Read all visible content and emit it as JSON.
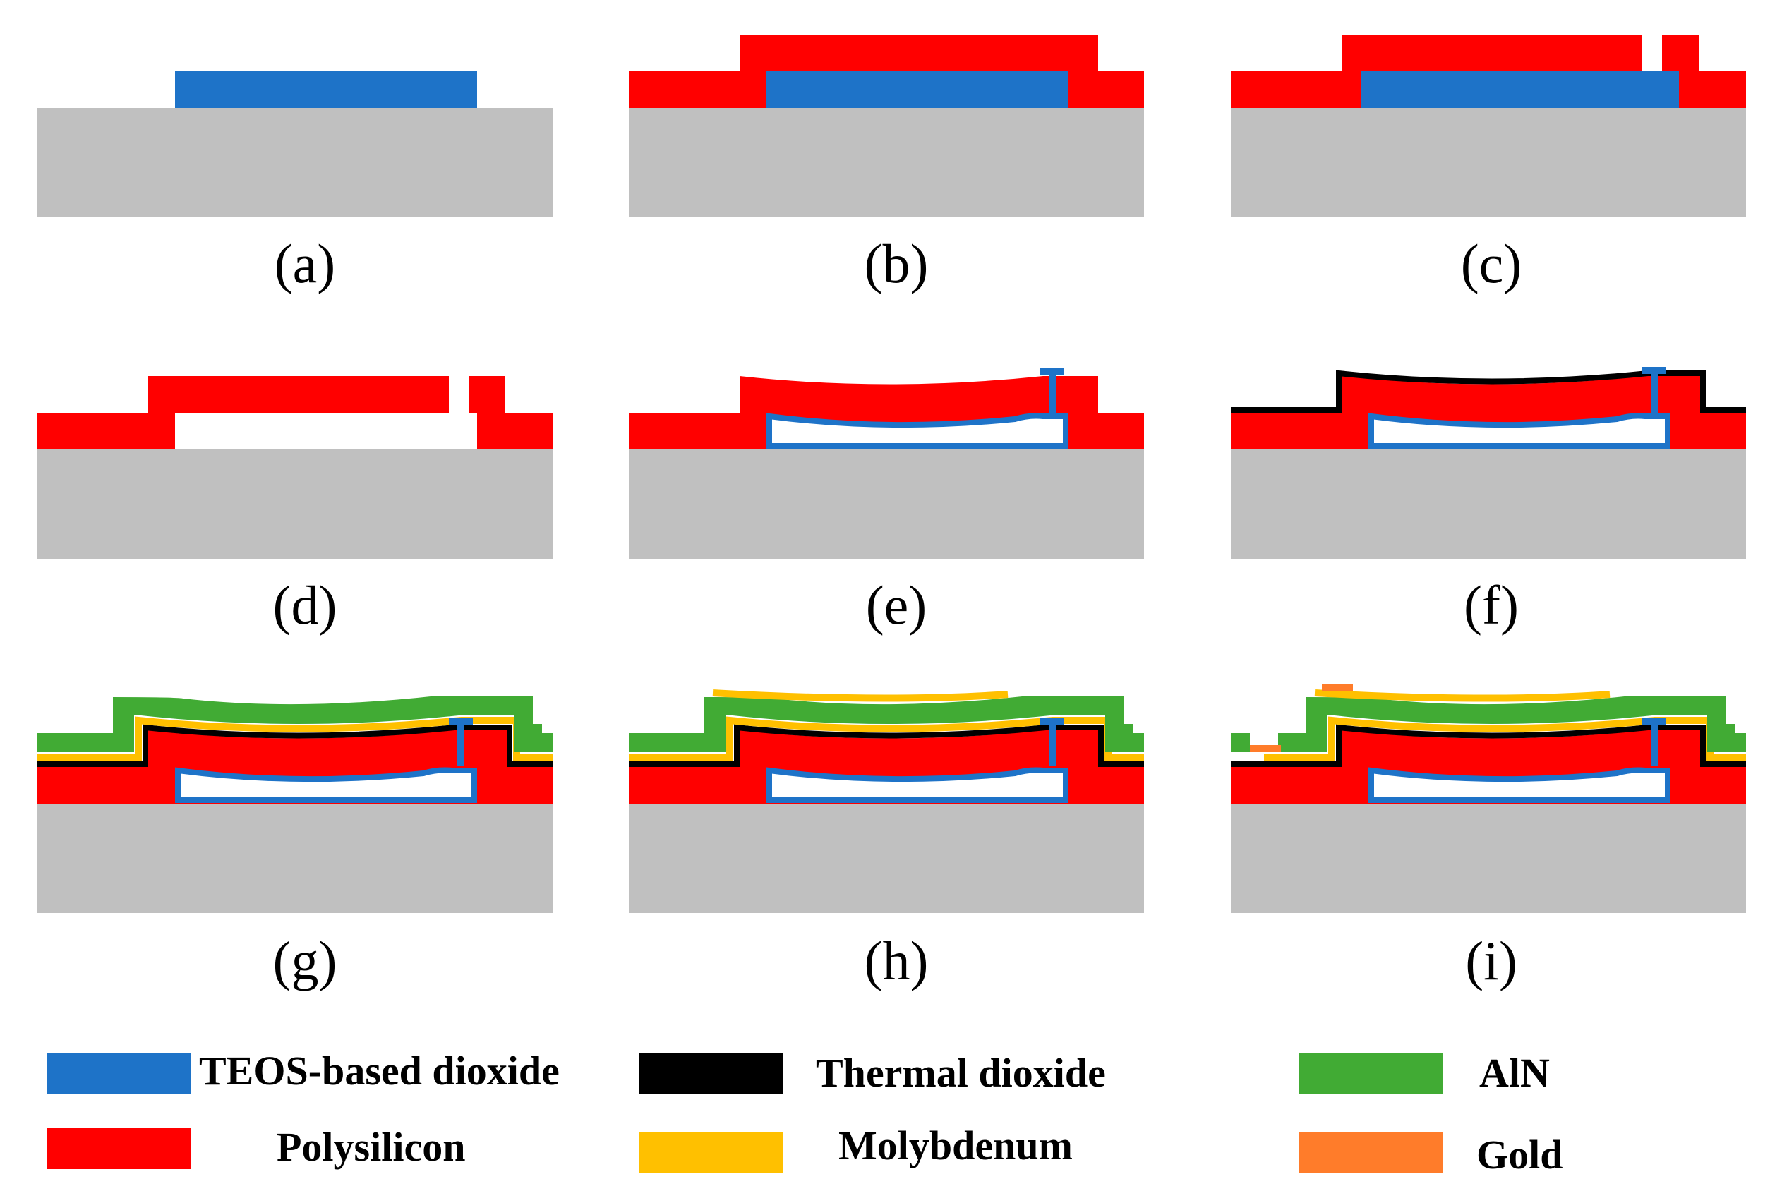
{
  "materials": {
    "substrate": {
      "color": "#c0c0c0"
    },
    "teos": {
      "name": "TEOS-based dioxide",
      "color": "#1e73c8"
    },
    "poly": {
      "name": "Polysilicon",
      "color": "#ff0000"
    },
    "thermal": {
      "name": "Thermal dioxide",
      "color": "#000000"
    },
    "mo": {
      "name": "Molybdenum",
      "color": "#ffc000"
    },
    "aln": {
      "name": "AlN",
      "color": "#41ab34"
    },
    "gold": {
      "name": "Gold",
      "color": "#ff7c2a"
    }
  },
  "panels": [
    {
      "id": "a",
      "label": "(a)"
    },
    {
      "id": "b",
      "label": "(b)"
    },
    {
      "id": "c",
      "label": "(c)"
    },
    {
      "id": "d",
      "label": "(d)"
    },
    {
      "id": "e",
      "label": "(e)"
    },
    {
      "id": "f",
      "label": "(f)"
    },
    {
      "id": "g",
      "label": "(g)"
    },
    {
      "id": "h",
      "label": "(h)"
    },
    {
      "id": "i",
      "label": "(i)"
    }
  ],
  "legend": {
    "teos": "TEOS-based dioxide",
    "poly": "Polysilicon",
    "thermal": "Thermal dioxide",
    "mo": "Molybdenum",
    "aln": "AlN",
    "gold": "Gold"
  }
}
